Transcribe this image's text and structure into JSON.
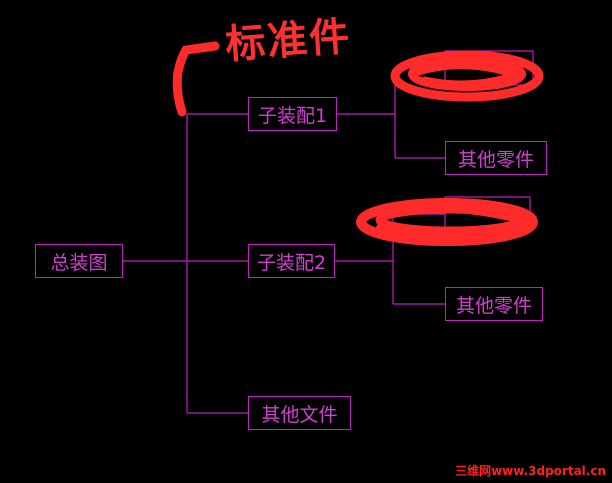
{
  "nodes": {
    "root": "总装图",
    "sub1": "子装配1",
    "sub1_other": "其他零件",
    "sub2": "子装配2",
    "sub2_other": "其他零件",
    "other_files": "其他文件"
  },
  "annotation": "标准件",
  "watermark": "三维网www.3dportal.cn",
  "colors": {
    "line": "#c020c0",
    "text": "#d040d0",
    "scribble": "#ff2a2a",
    "background": "#000000"
  }
}
